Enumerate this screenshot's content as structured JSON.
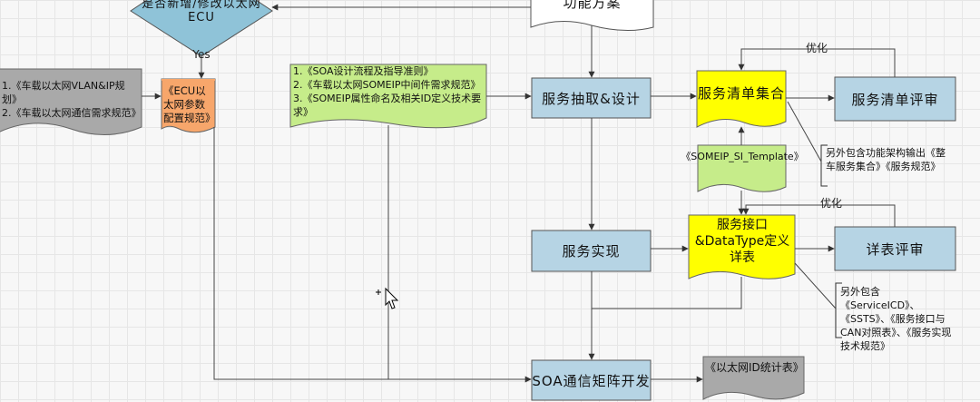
{
  "nodes": {
    "top_decision": "是否新增/修改以太网ECU",
    "top_doc": "功能方案",
    "yes_label": "Yes",
    "left_doc_line1": "1.《车载以太网VLAN&IP规划》",
    "left_doc_line2": "2.《车载以太网通信需求规范》",
    "ecu_doc": "《ECU以太网参数配置规范》",
    "soa_doc_line1": "1.《SOA设计流程及指导准则》",
    "soa_doc_line2": "2.《车载以太网SOMEIP中间件需求规范》",
    "soa_doc_line3": "3.《SOMEIP属性命名及相关ID定义技术要求》",
    "service_extract": "服务抽取&设计",
    "service_list": "服务清单集合",
    "service_list_review": "服务清单评审",
    "optimize_top": "优化",
    "note_top": "另外包含功能架构输出《整车服务集合》《服务规范》",
    "someip_template": "《SOMEIP_SI_Template》",
    "service_impl": "服务实现",
    "service_interface": "服务接口&DataType定义详表",
    "detail_review": "详表评审",
    "optimize_bottom": "优化",
    "note_bottom": "另外包含《ServiceICD》、《SSTS》、《服务接口与CAN对照表》、《服务实现技术规范》",
    "soa_matrix": "SOA通信矩阵开发",
    "ethernet_id_doc": "《以太网ID统计表》"
  },
  "colors": {
    "process": "#b6d4e4",
    "yellow": "#ffff00",
    "green": "#c6ec8a",
    "orange": "#f7a66b",
    "gray": "#a9a9a9",
    "diamond": "#8fc3d8",
    "line": "#444444"
  }
}
